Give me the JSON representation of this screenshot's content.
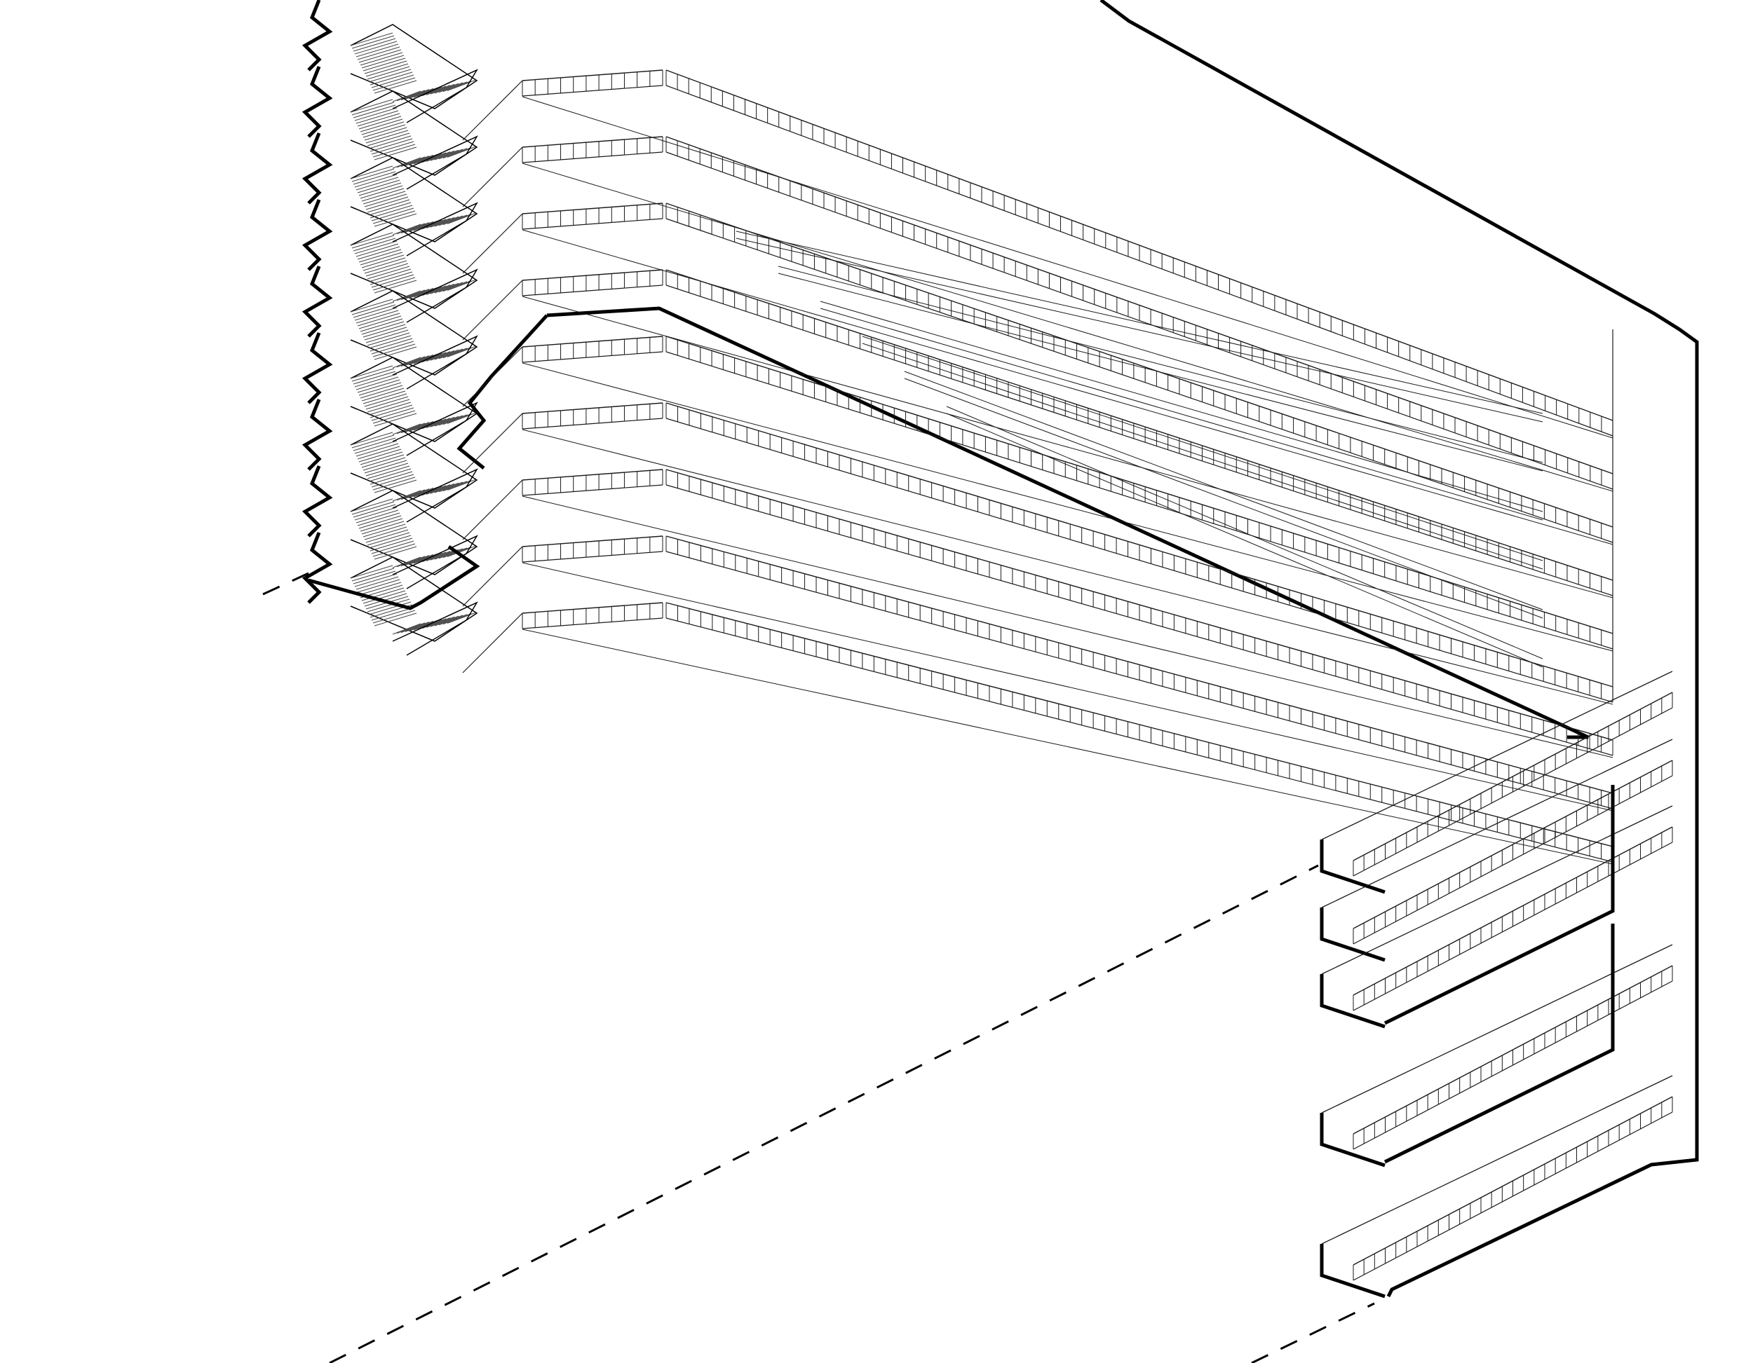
{
  "drawing": {
    "kind": "axonometric section",
    "annotations": []
  },
  "colors": {
    "background": "#ffffff",
    "line": "#000000",
    "fine_line": "#1a1a1a",
    "stair_hatch": "#444444"
  },
  "elements": {
    "stair_tower_levels": 9,
    "ramp_levels_upper": 9,
    "cantilever_slabs_right": 5,
    "dashed_projection_lines": 3
  }
}
